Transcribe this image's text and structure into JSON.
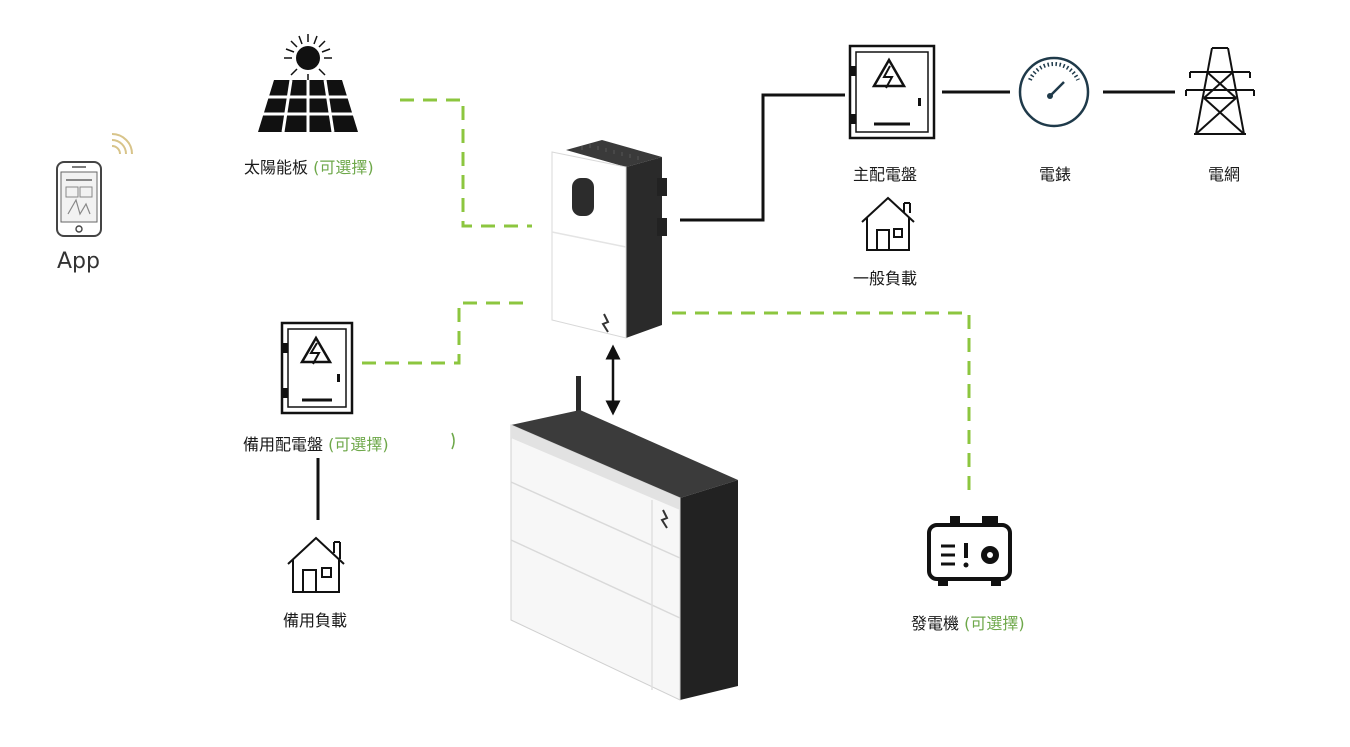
{
  "labels": {
    "app": "App",
    "solar": "太陽能板",
    "main_panel": "主配電盤",
    "meter": "電錶",
    "grid": "電網",
    "general_load": "一般負載",
    "backup_panel": "備用配電盤",
    "backup_load": "備用負載",
    "generator": "發電機",
    "optional": "(可選擇)"
  },
  "colors": {
    "dashed_line": "#8cc63f",
    "optional_text": "#6ea84a",
    "solid_line": "#111111"
  }
}
